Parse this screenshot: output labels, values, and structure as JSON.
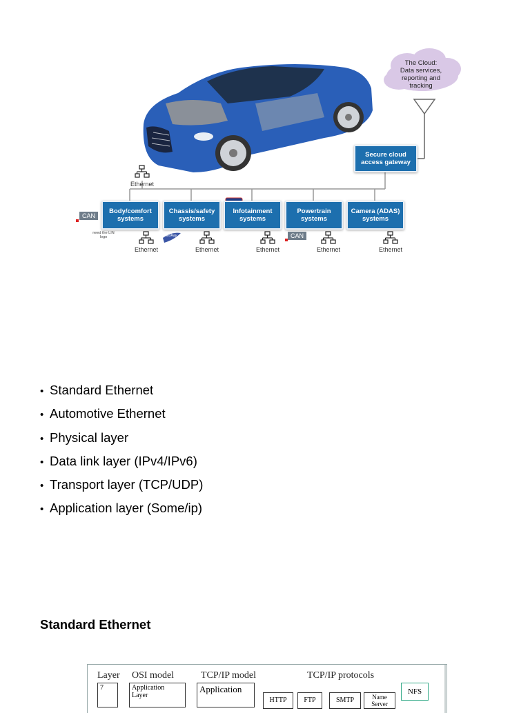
{
  "figure1": {
    "cloud_label": "The Cloud:\nData services,\nreporting and\ntracking",
    "gateway_label": "Secure cloud\naccess gateway",
    "top_ethernet_label": "Ethernet",
    "can_label_left": "CAN",
    "can_label_mid": "CAN",
    "lin_note": "need the LIN\nlogo",
    "flexray_label": "FlexRay",
    "ecus": [
      {
        "label": "Body/comfort\nsystems",
        "ethernet": "Ethernet"
      },
      {
        "label": "Chassis/safety\nsystems",
        "ethernet": "Ethernet"
      },
      {
        "label": "Infotainment\nsystems",
        "ethernet": "Ethernet"
      },
      {
        "label": "Powertrain\nsystems",
        "ethernet": "Ethernet"
      },
      {
        "label": "Camera (ADAS)\nsystems",
        "ethernet": "Ethernet"
      }
    ],
    "colors": {
      "ecu_blue": "#1d6fae",
      "cloud": "#d9c8e6",
      "car_blue": "#2a5fb8"
    }
  },
  "bullets": [
    "Standard Ethernet",
    "Automotive Ethernet",
    "Physical layer",
    "Data link layer (IPv4/IPv6)",
    "Transport layer (TCP/UDP)",
    "Application layer (Some/ip)"
  ],
  "section_heading": "Standard Ethernet",
  "figure2": {
    "col_layer": "Layer",
    "col_osi": "OSI model",
    "col_tcpip": "TCP/IP model",
    "col_protocols": "TCP/IP protocols",
    "row_number": "7",
    "osi_cell": "Application\nLayer",
    "tcpip_cell": "Application",
    "protocols": [
      "HTTP",
      "FTP",
      "SMTP",
      "Name\nServer",
      "NFS"
    ]
  }
}
